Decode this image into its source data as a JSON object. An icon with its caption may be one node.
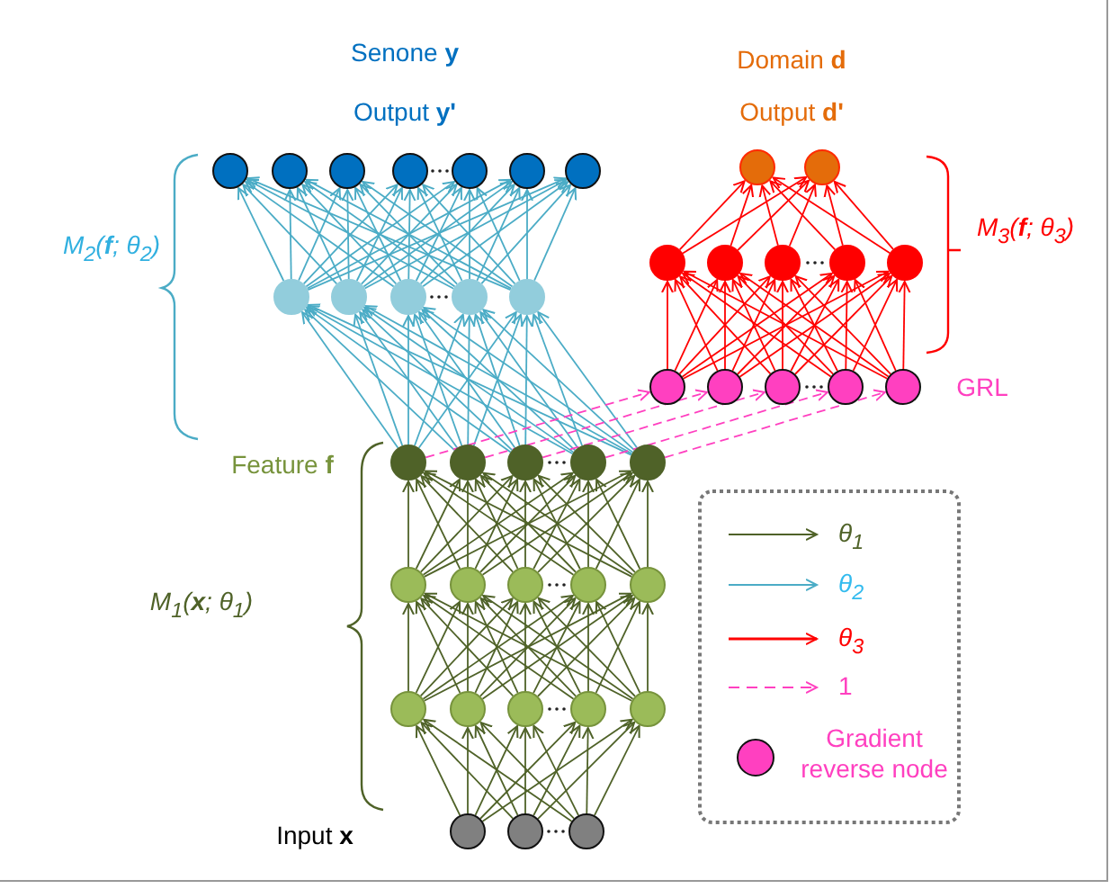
{
  "diagram": {
    "nodes": [
      {
        "text": [],
        "shape": "circle"
      },
      {
        "text": [],
        "shape": "circle"
      },
      {
        "text": [],
        "shape": "circle"
      },
      {
        "text": [],
        "shape": "circle"
      },
      {
        "text": [],
        "shape": "circle"
      },
      {
        "text": [],
        "shape": "circle"
      },
      {
        "text": [],
        "shape": "circle"
      },
      {
        "text": [],
        "shape": "circle"
      },
      {
        "text": [],
        "shape": "circle"
      },
      {
        "text": [],
        "shape": "circle"
      },
      {
        "text": [],
        "shape": "circle"
      },
      {
        "text": [],
        "shape": "circle"
      },
      {
        "text": [],
        "shape": "circle"
      },
      {
        "text": [],
        "shape": "circle"
      },
      {
        "text": [],
        "shape": "circle"
      },
      {
        "text": [],
        "shape": "circle"
      },
      {
        "text": [],
        "shape": "circle"
      },
      {
        "text": [],
        "shape": "circle"
      },
      {
        "text": [],
        "shape": "circle"
      },
      {
        "text": [],
        "shape": "circle"
      },
      {
        "text": [],
        "shape": "circle"
      },
      {
        "text": [],
        "shape": "circle"
      },
      {
        "text": [],
        "shape": "circle"
      },
      {
        "text": [],
        "shape": "circle"
      },
      {
        "text": [],
        "shape": "circle"
      },
      {
        "text": [],
        "shape": "circle"
      },
      {
        "text": [],
        "shape": "circle"
      },
      {
        "text": [],
        "shape": "circle"
      },
      {
        "text": [],
        "shape": "circle"
      },
      {
        "text": [],
        "shape": "circle"
      },
      {
        "text": [],
        "shape": "circle"
      },
      {
        "text": [],
        "shape": "circle"
      },
      {
        "text": [],
        "shape": "circle"
      },
      {
        "text": [],
        "shape": "circle"
      },
      {
        "text": [],
        "shape": "circle"
      },
      {
        "text": [],
        "shape": "circle"
      },
      {
        "text": [],
        "shape": "circle"
      },
      {
        "text": [],
        "shape": "circle"
      },
      {
        "text": [],
        "shape": "circle"
      },
      {
        "text": [],
        "shape": "circle"
      },
      {
        "text": [],
        "shape": "circle"
      },
      {
        "text": [],
        "shape": "circle"
      }
    ],
    "edges": [
      {
        "from": 39,
        "to": 34,
        "arrow": "to"
      },
      {
        "from": 39,
        "to": 35,
        "arrow": "to"
      },
      {
        "from": 39,
        "to": 36,
        "arrow": "to"
      },
      {
        "from": 39,
        "to": 37,
        "arrow": "to"
      },
      {
        "from": 39,
        "to": 38,
        "arrow": "to"
      },
      {
        "from": 40,
        "to": 34,
        "arrow": "to"
      },
      {
        "from": 40,
        "to": 35,
        "arrow": "to"
      },
      {
        "from": 40,
        "to": 36,
        "arrow": "to"
      },
      {
        "from": 40,
        "to": 37,
        "arrow": "to"
      },
      {
        "from": 40,
        "to": 38,
        "arrow": "to"
      },
      {
        "from": 41,
        "to": 34,
        "arrow": "to"
      },
      {
        "from": 41,
        "to": 35,
        "arrow": "to"
      },
      {
        "from": 41,
        "to": 36,
        "arrow": "to"
      },
      {
        "from": 41,
        "to": 37,
        "arrow": "to"
      },
      {
        "from": 41,
        "to": 38,
        "arrow": "to"
      },
      {
        "from": 34,
        "to": 29,
        "arrow": "to"
      },
      {
        "from": 34,
        "to": 30,
        "arrow": "to"
      },
      {
        "from": 34,
        "to": 31,
        "arrow": "to"
      },
      {
        "from": 34,
        "to": 32,
        "arrow": "to"
      },
      {
        "from": 34,
        "to": 33,
        "arrow": "to"
      },
      {
        "from": 35,
        "to": 29,
        "arrow": "to"
      },
      {
        "from": 35,
        "to": 30,
        "arrow": "to"
      },
      {
        "from": 35,
        "to": 31,
        "arrow": "to"
      },
      {
        "from": 35,
        "to": 32,
        "arrow": "to"
      },
      {
        "from": 35,
        "to": 33,
        "arrow": "to"
      },
      {
        "from": 36,
        "to": 29,
        "arrow": "to"
      },
      {
        "from": 36,
        "to": 30,
        "arrow": "to"
      },
      {
        "from": 36,
        "to": 31,
        "arrow": "to"
      },
      {
        "from": 36,
        "to": 32,
        "arrow": "to"
      },
      {
        "from": 36,
        "to": 33,
        "arrow": "to"
      },
      {
        "from": 37,
        "to": 29,
        "arrow": "to"
      },
      {
        "from": 37,
        "to": 30,
        "arrow": "to"
      },
      {
        "from": 37,
        "to": 31,
        "arrow": "to"
      },
      {
        "from": 37,
        "to": 32,
        "arrow": "to"
      },
      {
        "from": 37,
        "to": 33,
        "arrow": "to"
      },
      {
        "from": 38,
        "to": 29,
        "arrow": "to"
      },
      {
        "from": 38,
        "to": 30,
        "arrow": "to"
      },
      {
        "from": 38,
        "to": 31,
        "arrow": "to"
      },
      {
        "from": 38,
        "to": 32,
        "arrow": "to"
      },
      {
        "from": 38,
        "to": 33,
        "arrow": "to"
      },
      {
        "from": 29,
        "to": 24,
        "arrow": "to"
      },
      {
        "from": 29,
        "to": 25,
        "arrow": "to"
      },
      {
        "from": 29,
        "to": 26,
        "arrow": "to"
      },
      {
        "from": 29,
        "to": 27,
        "arrow": "to"
      },
      {
        "from": 29,
        "to": 28,
        "arrow": "to"
      },
      {
        "from": 30,
        "to": 24,
        "arrow": "to"
      },
      {
        "from": 30,
        "to": 25,
        "arrow": "to"
      },
      {
        "from": 30,
        "to": 26,
        "arrow": "to"
      },
      {
        "from": 30,
        "to": 27,
        "arrow": "to"
      },
      {
        "from": 30,
        "to": 28,
        "arrow": "to"
      },
      {
        "from": 31,
        "to": 24,
        "arrow": "to"
      },
      {
        "from": 31,
        "to": 25,
        "arrow": "to"
      },
      {
        "from": 31,
        "to": 26,
        "arrow": "to"
      },
      {
        "from": 31,
        "to": 27,
        "arrow": "to"
      },
      {
        "from": 31,
        "to": 28,
        "arrow": "to"
      },
      {
        "from": 32,
        "to": 24,
        "arrow": "to"
      },
      {
        "from": 32,
        "to": 25,
        "arrow": "to"
      },
      {
        "from": 32,
        "to": 26,
        "arrow": "to"
      },
      {
        "from": 32,
        "to": 27,
        "arrow": "to"
      },
      {
        "from": 32,
        "to": 28,
        "arrow": "to"
      },
      {
        "from": 33,
        "to": 24,
        "arrow": "to"
      },
      {
        "from": 33,
        "to": 25,
        "arrow": "to"
      },
      {
        "from": 33,
        "to": 26,
        "arrow": "to"
      },
      {
        "from": 33,
        "to": 27,
        "arrow": "to"
      },
      {
        "from": 33,
        "to": 28,
        "arrow": "to"
      },
      {
        "from": 24,
        "to": 9,
        "arrow": "to",
        "color": "#4bacc6"
      },
      {
        "from": 24,
        "to": 10,
        "arrow": "to",
        "color": "#4bacc6"
      },
      {
        "from": 24,
        "to": 11,
        "arrow": "to",
        "color": "#4bacc6"
      },
      {
        "from": 24,
        "to": 12,
        "arrow": "to",
        "color": "#4bacc6"
      },
      {
        "from": 24,
        "to": 13,
        "arrow": "to",
        "color": "#4bacc6"
      },
      {
        "from": 25,
        "to": 9,
        "arrow": "to",
        "color": "#4bacc6"
      },
      {
        "from": 25,
        "to": 10,
        "arrow": "to",
        "color": "#4bacc6"
      },
      {
        "from": 25,
        "to": 11,
        "arrow": "to",
        "color": "#4bacc6"
      },
      {
        "from": 25,
        "to": 12,
        "arrow": "to",
        "color": "#4bacc6"
      },
      {
        "from": 25,
        "to": 13,
        "arrow": "to",
        "color": "#4bacc6"
      },
      {
        "from": 26,
        "to": 9,
        "arrow": "to",
        "color": "#4bacc6"
      },
      {
        "from": 26,
        "to": 10,
        "arrow": "to",
        "color": "#4bacc6"
      },
      {
        "from": 26,
        "to": 11,
        "arrow": "to",
        "color": "#4bacc6"
      },
      {
        "from": 26,
        "to": 12,
        "arrow": "to",
        "color": "#4bacc6"
      },
      {
        "from": 26,
        "to": 13,
        "arrow": "to",
        "color": "#4bacc6"
      },
      {
        "from": 27,
        "to": 9,
        "arrow": "to",
        "color": "#4bacc6"
      },
      {
        "from": 27,
        "to": 10,
        "arrow": "to",
        "color": "#4bacc6"
      },
      {
        "from": 27,
        "to": 11,
        "arrow": "to",
        "color": "#4bacc6"
      },
      {
        "from": 27,
        "to": 12,
        "arrow": "to",
        "color": "#4bacc6"
      },
      {
        "from": 27,
        "to": 13,
        "arrow": "to",
        "color": "#4bacc6"
      },
      {
        "from": 28,
        "to": 9,
        "arrow": "to",
        "color": "#4bacc6"
      },
      {
        "from": 28,
        "to": 10,
        "arrow": "to",
        "color": "#4bacc6"
      },
      {
        "from": 28,
        "to": 11,
        "arrow": "to",
        "color": "#4bacc6"
      },
      {
        "from": 28,
        "to": 12,
        "arrow": "to",
        "color": "#4bacc6"
      },
      {
        "from": 28,
        "to": 13,
        "arrow": "to",
        "color": "#4bacc6"
      },
      {
        "from": 9,
        "to": 0,
        "arrow": "to",
        "color": "#4bacc6"
      },
      {
        "from": 9,
        "to": 1,
        "arrow": "to",
        "color": "#4bacc6"
      },
      {
        "from": 9,
        "to": 2,
        "arrow": "to",
        "color": "#4bacc6"
      },
      {
        "from": 9,
        "to": 3,
        "arrow": "to",
        "color": "#4bacc6"
      },
      {
        "from": 9,
        "to": 4,
        "arrow": "to",
        "color": "#4bacc6"
      },
      {
        "from": 9,
        "to": 5,
        "arrow": "to",
        "color": "#4bacc6"
      },
      {
        "from": 9,
        "to": 6,
        "arrow": "to",
        "color": "#4bacc6"
      },
      {
        "from": 10,
        "to": 0,
        "arrow": "to",
        "color": "#4bacc6"
      },
      {
        "from": 10,
        "to": 1,
        "arrow": "to",
        "color": "#4bacc6"
      },
      {
        "from": 10,
        "to": 2,
        "arrow": "to",
        "color": "#4bacc6"
      },
      {
        "from": 10,
        "to": 3,
        "arrow": "to",
        "color": "#4bacc6"
      },
      {
        "from": 10,
        "to": 4,
        "arrow": "to",
        "color": "#4bacc6"
      },
      {
        "from": 10,
        "to": 5,
        "arrow": "to",
        "color": "#4bacc6"
      },
      {
        "from": 10,
        "to": 6,
        "arrow": "to",
        "color": "#4bacc6"
      },
      {
        "from": 11,
        "to": 0,
        "arrow": "to",
        "color": "#4bacc6"
      },
      {
        "from": 11,
        "to": 1,
        "arrow": "to",
        "color": "#4bacc6"
      },
      {
        "from": 11,
        "to": 2,
        "arrow": "to",
        "color": "#4bacc6"
      },
      {
        "from": 11,
        "to": 3,
        "arrow": "to",
        "color": "#4bacc6"
      },
      {
        "from": 11,
        "to": 4,
        "arrow": "to",
        "color": "#4bacc6"
      },
      {
        "from": 11,
        "to": 5,
        "arrow": "to",
        "color": "#4bacc6"
      },
      {
        "from": 11,
        "to": 6,
        "arrow": "to",
        "color": "#4bacc6"
      },
      {
        "from": 12,
        "to": 0,
        "arrow": "to",
        "color": "#4bacc6"
      },
      {
        "from": 12,
        "to": 1,
        "arrow": "to",
        "color": "#4bacc6"
      },
      {
        "from": 12,
        "to": 2,
        "arrow": "to",
        "color": "#4bacc6"
      },
      {
        "from": 12,
        "to": 3,
        "arrow": "to",
        "color": "#4bacc6"
      },
      {
        "from": 12,
        "to": 4,
        "arrow": "to",
        "color": "#4bacc6"
      },
      {
        "from": 12,
        "to": 5,
        "arrow": "to",
        "color": "#4bacc6"
      },
      {
        "from": 12,
        "to": 6,
        "arrow": "to",
        "color": "#4bacc6"
      },
      {
        "from": 13,
        "to": 0,
        "arrow": "to",
        "color": "#4bacc6"
      },
      {
        "from": 13,
        "to": 1,
        "arrow": "to",
        "color": "#4bacc6"
      },
      {
        "from": 13,
        "to": 2,
        "arrow": "to",
        "color": "#4bacc6"
      },
      {
        "from": 13,
        "to": 3,
        "arrow": "to",
        "color": "#4bacc6"
      },
      {
        "from": 13,
        "to": 4,
        "arrow": "to",
        "color": "#4bacc6"
      },
      {
        "from": 13,
        "to": 5,
        "arrow": "to",
        "color": "#4bacc6"
      },
      {
        "from": 13,
        "to": 6,
        "arrow": "to",
        "color": "#4bacc6"
      },
      {
        "from": 24,
        "to": 19,
        "arrow": "to",
        "style": "dashed",
        "color": "#ff40c0"
      },
      {
        "from": 25,
        "to": 20,
        "arrow": "to",
        "style": "dashed",
        "color": "#ff40c0"
      },
      {
        "from": 26,
        "to": 21,
        "arrow": "to",
        "style": "dashed",
        "color": "#ff40c0"
      },
      {
        "from": 27,
        "to": 22,
        "arrow": "to",
        "style": "dashed",
        "color": "#ff40c0"
      },
      {
        "from": 28,
        "to": 23,
        "arrow": "to",
        "style": "dashed",
        "color": "#ff40c0"
      },
      {
        "from": 19,
        "to": 14,
        "arrow": "to",
        "color": "#ff0000"
      },
      {
        "from": 19,
        "to": 15,
        "arrow": "to",
        "color": "#ff0000"
      },
      {
        "from": 19,
        "to": 16,
        "arrow": "to",
        "color": "#ff0000"
      },
      {
        "from": 19,
        "to": 17,
        "arrow": "to",
        "color": "#ff0000"
      },
      {
        "from": 19,
        "to": 18,
        "arrow": "to",
        "color": "#ff0000"
      },
      {
        "from": 20,
        "to": 14,
        "arrow": "to",
        "color": "#ff0000"
      },
      {
        "from": 20,
        "to": 15,
        "arrow": "to",
        "color": "#ff0000"
      },
      {
        "from": 20,
        "to": 16,
        "arrow": "to",
        "color": "#ff0000"
      },
      {
        "from": 20,
        "to": 17,
        "arrow": "to",
        "color": "#ff0000"
      },
      {
        "from": 20,
        "to": 18,
        "arrow": "to",
        "color": "#ff0000"
      },
      {
        "from": 21,
        "to": 14,
        "arrow": "to",
        "color": "#ff0000"
      },
      {
        "from": 21,
        "to": 15,
        "arrow": "to",
        "color": "#ff0000"
      },
      {
        "from": 21,
        "to": 16,
        "arrow": "to",
        "color": "#ff0000"
      },
      {
        "from": 21,
        "to": 17,
        "arrow": "to",
        "color": "#ff0000"
      },
      {
        "from": 21,
        "to": 18,
        "arrow": "to",
        "color": "#ff0000"
      },
      {
        "from": 22,
        "to": 14,
        "arrow": "to",
        "color": "#ff0000"
      },
      {
        "from": 22,
        "to": 15,
        "arrow": "to",
        "color": "#ff0000"
      },
      {
        "from": 22,
        "to": 16,
        "arrow": "to",
        "color": "#ff0000"
      },
      {
        "from": 22,
        "to": 17,
        "arrow": "to",
        "color": "#ff0000"
      },
      {
        "from": 22,
        "to": 18,
        "arrow": "to",
        "color": "#ff0000"
      },
      {
        "from": 23,
        "to": 14,
        "arrow": "to",
        "color": "#ff0000"
      },
      {
        "from": 23,
        "to": 15,
        "arrow": "to",
        "color": "#ff0000"
      },
      {
        "from": 23,
        "to": 16,
        "arrow": "to",
        "color": "#ff0000"
      },
      {
        "from": 23,
        "to": 17,
        "arrow": "to",
        "color": "#ff0000"
      },
      {
        "from": 23,
        "to": 18,
        "arrow": "to",
        "color": "#ff0000"
      },
      {
        "from": 14,
        "to": 7,
        "arrow": "to",
        "color": "#ff0000"
      },
      {
        "from": 14,
        "to": 8,
        "arrow": "to",
        "color": "#ff0000"
      },
      {
        "from": 15,
        "to": 7,
        "arrow": "to",
        "color": "#ff0000"
      },
      {
        "from": 15,
        "to": 8,
        "arrow": "to",
        "color": "#ff0000"
      },
      {
        "from": 16,
        "to": 7,
        "arrow": "to",
        "color": "#ff0000"
      },
      {
        "from": 16,
        "to": 8,
        "arrow": "to",
        "color": "#ff0000"
      },
      {
        "from": 17,
        "to": 7,
        "arrow": "to",
        "color": "#ff0000"
      },
      {
        "from": 17,
        "to": 8,
        "arrow": "to",
        "color": "#ff0000"
      },
      {
        "from": 18,
        "to": 7,
        "arrow": "to",
        "color": "#ff0000"
      },
      {
        "from": 18,
        "to": 8,
        "arrow": "to",
        "color": "#ff0000"
      }
    ],
    "labels": [
      "Senone **y**",
      "Domain **d**",
      "Output **y'**",
      "Output **d'**",
      "M$_{3}$(**f**; θ$_{3}$)",
      "M$_{2}$(**f**; θ$_{2}$)",
      "GRL",
      "Feature **f**",
      "M$_{1}$(**x**; θ$_{1}$)",
      "Input **x**"
    ],
    "legend": [
      {
        "text": "θ$_{1}$"
      },
      {
        "text": "θ$_{2}$"
      },
      {
        "text": "θ$_{3}$"
      },
      {
        "text": "1"
      },
      {
        "text": "Gradient reverse node"
      }
    ]
  }
}
